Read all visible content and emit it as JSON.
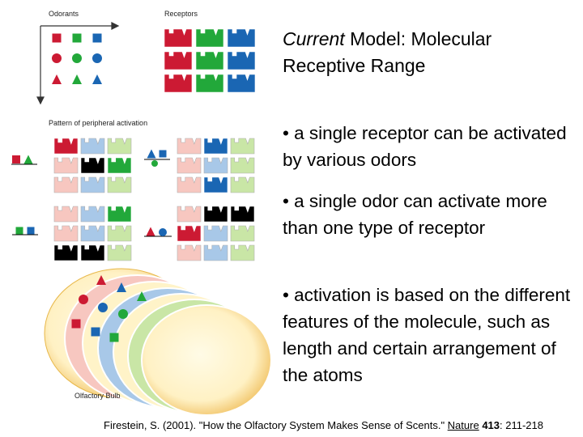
{
  "labels": {
    "odorants": "Odorants",
    "receptors": "Receptors",
    "pattern": "Pattern of peripheral activation",
    "bulb": "Olfactory Bulb"
  },
  "title": {
    "italic": "Current",
    "rest": " Model: Molecular Receptive Range"
  },
  "bullets": [
    "• a single receptor can be activated by various odors",
    "• a single odor can activate more than one type of receptor",
    "• activation is based on the different features of the molecule, such as length and certain arrangement of the atoms"
  ],
  "citation": {
    "prefix": "Firestein, S. (2001). \"How the Olfactory System Makes Sense of Scents.\" ",
    "journal": "Nature",
    "volume": "413",
    "pages": ": 211-218"
  },
  "colors": {
    "red": "#cc1a33",
    "green": "#22a83a",
    "blue": "#1a66b3",
    "light_red": "#f7c7c0",
    "light_green": "#c9e6a6",
    "light_blue": "#a8c8e8",
    "black": "#000000"
  }
}
